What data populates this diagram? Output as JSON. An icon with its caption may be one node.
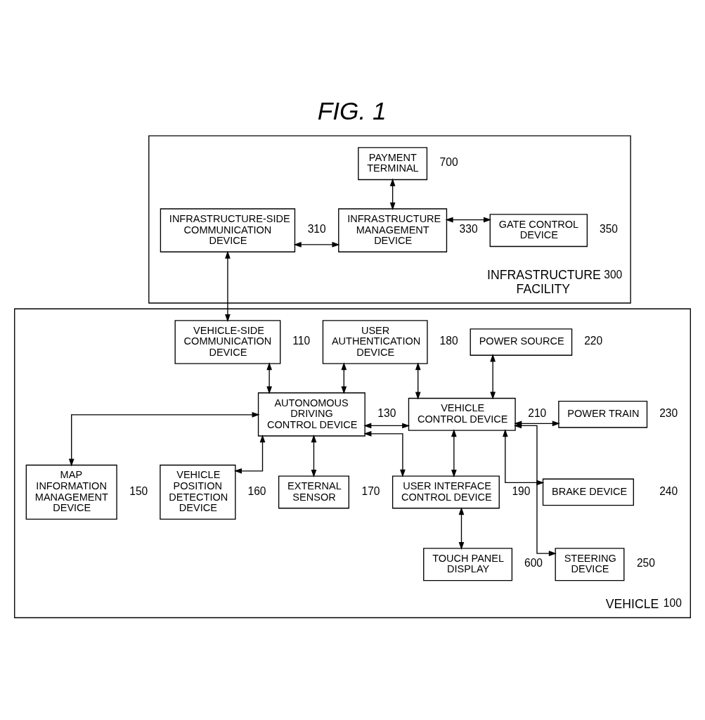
{
  "diagram": {
    "title": "FIG. 1",
    "nodes": [
      {
        "text": [
          "INFRASTRUCTURE FACILITY"
        ],
        "beside": [
          "300"
        ]
      },
      {
        "text": [
          "INFRASTRUCTURE-SIDE COMMUNICATION DEVICE"
        ],
        "beside": [
          "310"
        ],
        "in": 0
      },
      {
        "text": [
          "INFRASTRUCTURE MANAGEMENT DEVICE"
        ],
        "beside": [
          "330"
        ],
        "in": 0
      },
      {
        "text": [
          "PAYMENT TERMINAL"
        ],
        "beside": [
          "700"
        ],
        "in": 0
      },
      {
        "text": [
          "GATE CONTROL DEVICE"
        ],
        "beside": [
          "350"
        ],
        "in": 0
      },
      {
        "text": [
          "VEHICLE"
        ],
        "beside": [
          "100"
        ]
      },
      {
        "text": [
          "VEHICLE-SIDE COMMUNICATION DEVICE"
        ],
        "beside": [
          "110"
        ],
        "in": 5
      },
      {
        "text": [
          "USER AUTHENTICATION DEVICE"
        ],
        "beside": [
          "180"
        ],
        "in": 5
      },
      {
        "text": [
          "POWER SOURCE"
        ],
        "beside": [
          "220"
        ],
        "in": 5
      },
      {
        "text": [
          "AUTONOMOUS DRIVING CONTROL DEVICE"
        ],
        "beside": [
          "130"
        ],
        "in": 5
      },
      {
        "text": [
          "VEHICLE CONTROL DEVICE"
        ],
        "beside": [
          "210"
        ],
        "in": 5
      },
      {
        "text": [
          "POWER TRAIN"
        ],
        "beside": [
          "230"
        ],
        "in": 5
      },
      {
        "text": [
          "BRAKE DEVICE"
        ],
        "beside": [
          "240"
        ],
        "in": 5
      },
      {
        "text": [
          "MAP INFORMATION MANAGEMENT DEVICE"
        ],
        "beside": [
          "150"
        ],
        "in": 5
      },
      {
        "text": [
          "VEHICLE POSITION DETECTION DEVICE"
        ],
        "beside": [
          "160"
        ],
        "in": 5
      },
      {
        "text": [
          "EXTERNAL SENSOR"
        ],
        "beside": [
          "170"
        ],
        "in": 5
      },
      {
        "text": [
          "USER INTERFACE CONTROL DEVICE"
        ],
        "beside": [
          "190"
        ],
        "in": 5
      },
      {
        "text": [
          "STEERING DEVICE"
        ],
        "beside": [
          "250"
        ],
        "in": 5
      },
      {
        "text": [
          "TOUCH PANEL DISPLAY"
        ],
        "beside": [
          "600"
        ],
        "in": 5
      }
    ],
    "edges": [
      {
        "from": 1,
        "to": 2,
        "arrow": "both"
      },
      {
        "from": 3,
        "to": 2,
        "arrow": "both"
      },
      {
        "from": 2,
        "to": 4,
        "arrow": "both"
      },
      {
        "from": 1,
        "to": 6,
        "arrow": "both"
      },
      {
        "from": 6,
        "to": 9,
        "arrow": "both"
      },
      {
        "from": 7,
        "to": 9,
        "arrow": "both"
      },
      {
        "from": 7,
        "to": 10,
        "arrow": "both"
      },
      {
        "from": 9,
        "to": 10,
        "arrow": "both"
      },
      {
        "from": 8,
        "to": 10,
        "arrow": "both"
      },
      {
        "from": 10,
        "to": 11,
        "arrow": "both"
      },
      {
        "from": 10,
        "to": 12,
        "arrow": "both"
      },
      {
        "from": 10,
        "to": 17,
        "arrow": "both"
      },
      {
        "from": 9,
        "to": 13,
        "arrow": "both"
      },
      {
        "from": 9,
        "to": 14,
        "arrow": "both"
      },
      {
        "from": 9,
        "to": 15,
        "arrow": "both"
      },
      {
        "from": 9,
        "to": 16,
        "arrow": "both"
      },
      {
        "from": 10,
        "to": 16,
        "arrow": "both"
      },
      {
        "from": 16,
        "to": 18,
        "arrow": "both"
      }
    ]
  }
}
